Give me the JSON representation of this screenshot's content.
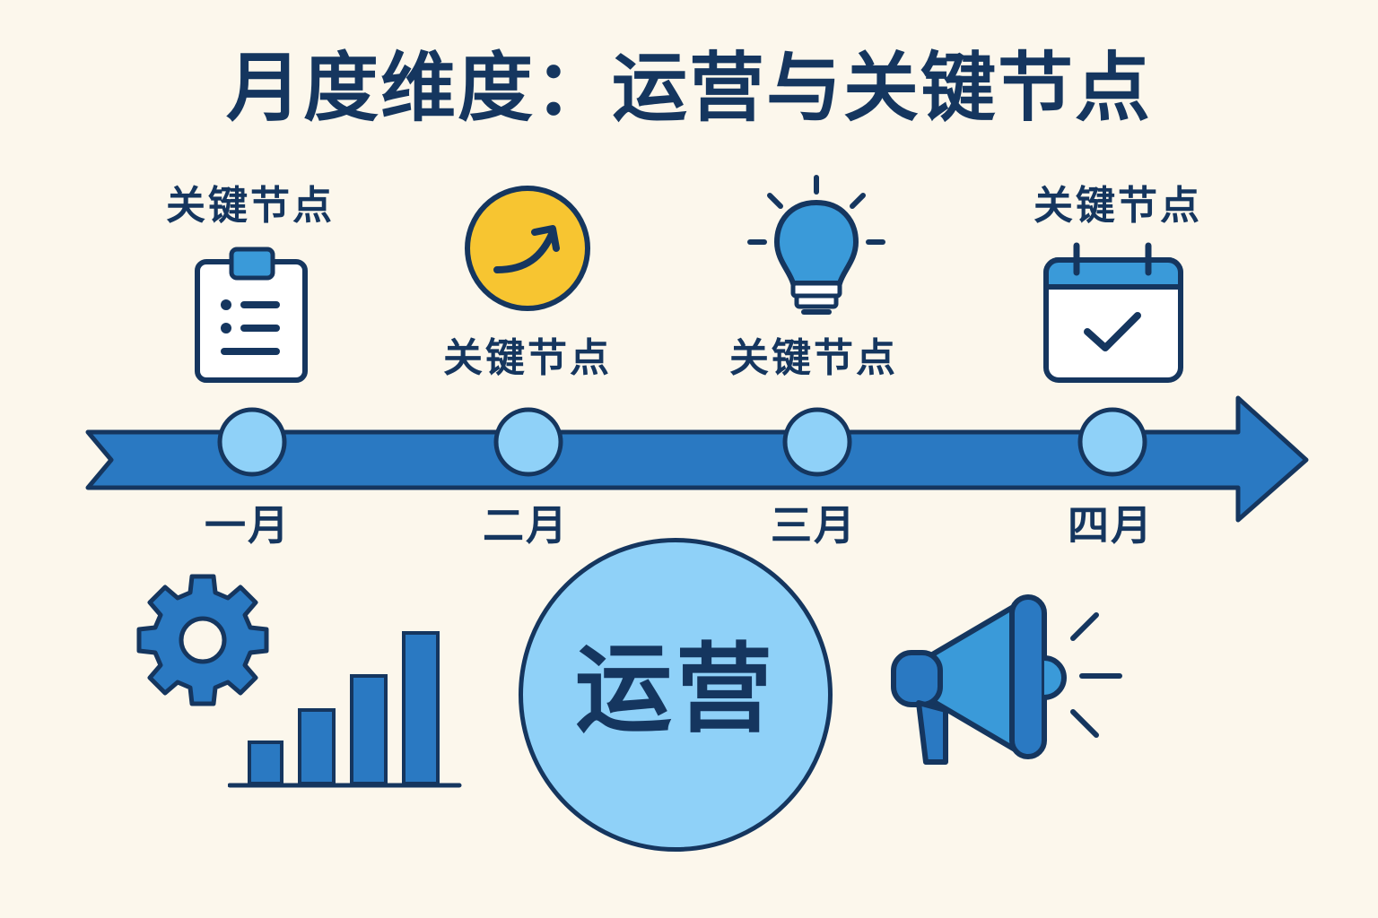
{
  "title": "月度维度：运营与关键节点",
  "milestone_labels": [
    "关键节点",
    "关键节点",
    "关键节点",
    "关键节点"
  ],
  "months": [
    "一月",
    "二月",
    "三月",
    "四月"
  ],
  "center": {
    "text": "运营"
  },
  "icons": [
    "clipboard-icon",
    "trend-arrow-icon",
    "lightbulb-icon",
    "calendar-check-icon",
    "gear-icon",
    "bar-chart-icon",
    "megaphone-icon"
  ],
  "colors": {
    "background": "#fcf7ec",
    "navy": "#15365f",
    "timeline_blue": "#2a79c2",
    "light_blue": "#8fd1f8",
    "icon_blue": "#3a9ad9",
    "yellow": "#f7c531"
  }
}
